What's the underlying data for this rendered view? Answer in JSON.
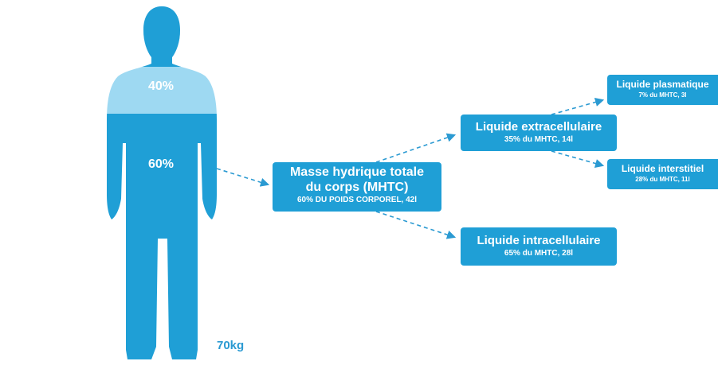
{
  "colors": {
    "body_dark": "#1f9fd6",
    "body_light": "#9ed9f2",
    "arrow": "#2b9ad2",
    "box": "#1f9fd6",
    "text_on_box": "#ffffff"
  },
  "figure": {
    "upper_percent": "40%",
    "lower_percent": "60%",
    "weight": "70kg"
  },
  "boxes": {
    "mhtc": {
      "title_line1": "Masse hydrique totale",
      "title_line2": "du corps (MHTC)",
      "sub": "60% DU POIDS CORPOREL, 42l"
    },
    "extracellular": {
      "title": "Liquide extracellulaire",
      "sub": "35% du MHTC, 14l"
    },
    "intracellular": {
      "title": "Liquide intracellulaire",
      "sub": "65% du MHTC, 28l"
    },
    "plasma": {
      "title": "Liquide plasmatique",
      "sub": "7% du MHTC, 3l"
    },
    "interstitial": {
      "title": "Liquide interstitiel",
      "sub": "28% du MHTC, 11l"
    }
  }
}
